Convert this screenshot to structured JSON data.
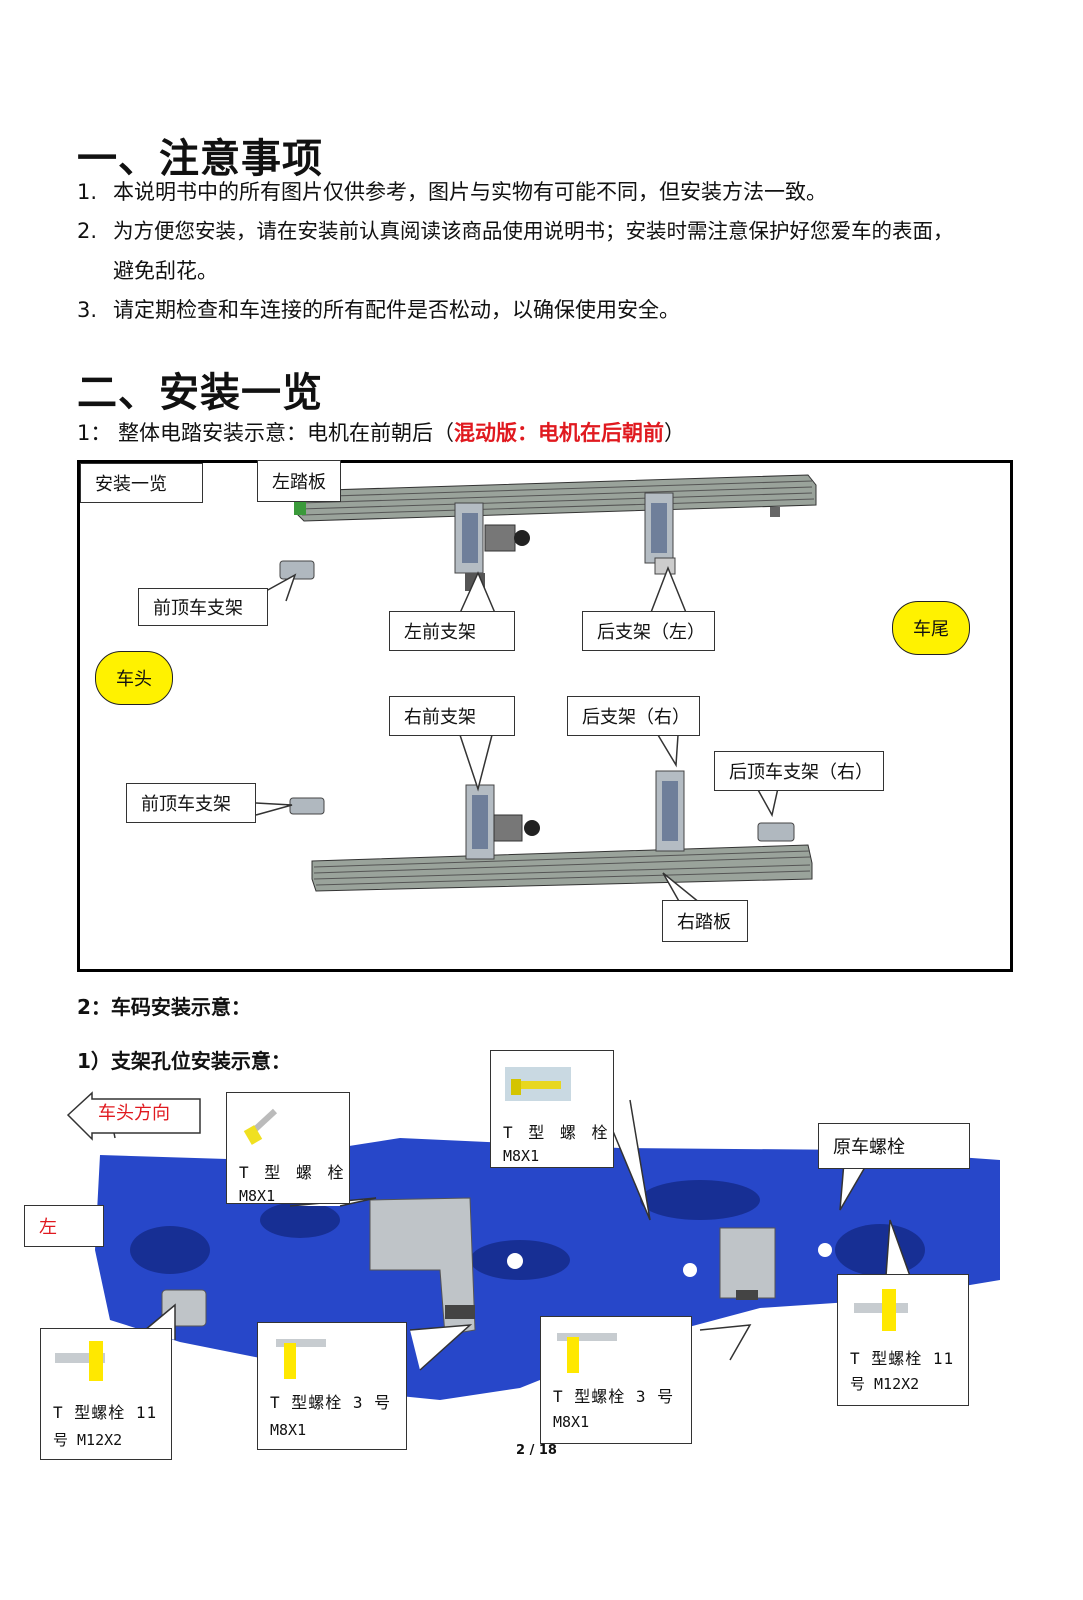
{
  "section1": {
    "title": "一、注意事项",
    "items": [
      {
        "num": "1.",
        "text": "本说明书中的所有图片仅供参考，图片与实物有可能不同，但安装方法一致。"
      },
      {
        "num": "2.",
        "text": "为方便您安装，请在安装前认真阅读该商品使用说明书；安装时需注意保护好您爱车的表面，",
        "text_cont": "避免刮花。"
      },
      {
        "num": "3.",
        "text": "请定期检查和车连接的所有配件是否松动，以确保使用安全。"
      }
    ]
  },
  "section2": {
    "title": "二、安装一览",
    "sub1_prefix": "1：  整体电踏安装示意：电机在前朝后（",
    "sub1_red": "混动版：电机在后朝前",
    "sub1_suffix": "）",
    "diagram1": {
      "labels": {
        "overview": "安装一览",
        "left_step": "左踏板",
        "front_roof_bracket_top": "前顶车支架",
        "left_front_bracket": "左前支架",
        "rear_bracket_left": "后支架（左）",
        "right_front_bracket": "右前支架",
        "rear_bracket_right": "后支架（右）",
        "rear_roof_bracket_right": "后顶车支架（右）",
        "front_roof_bracket_bottom": "前顶车支架",
        "right_step": "右踏板",
        "car_head": "车头",
        "car_tail": "车尾"
      }
    },
    "sub2": "2：车码安装示意：",
    "sub3": "1）支架孔位安装示意：",
    "diagram2": {
      "direction": "车头方向",
      "side": "左",
      "original_bolt": "原车螺栓",
      "callouts": [
        {
          "line1": "T 型 螺 栓",
          "line2": "M8X1"
        },
        {
          "line1": "T 型 螺 栓",
          "line2": "M8X1"
        },
        {
          "line1": "T 型螺栓 11",
          "line2": "号 M12X2"
        },
        {
          "line1": "T 型螺栓 3 号",
          "line2": "M8X1"
        },
        {
          "line1": "T 型螺栓 3 号",
          "line2": "M8X1"
        },
        {
          "line1": "T 型螺栓 11",
          "line2": "号 M12X2"
        }
      ]
    }
  },
  "footer": {
    "page": "2 / 18"
  },
  "colors": {
    "accent_red": "#e0191f",
    "pill_yellow": "#fff200",
    "chassis_blue": "#2747c9"
  }
}
